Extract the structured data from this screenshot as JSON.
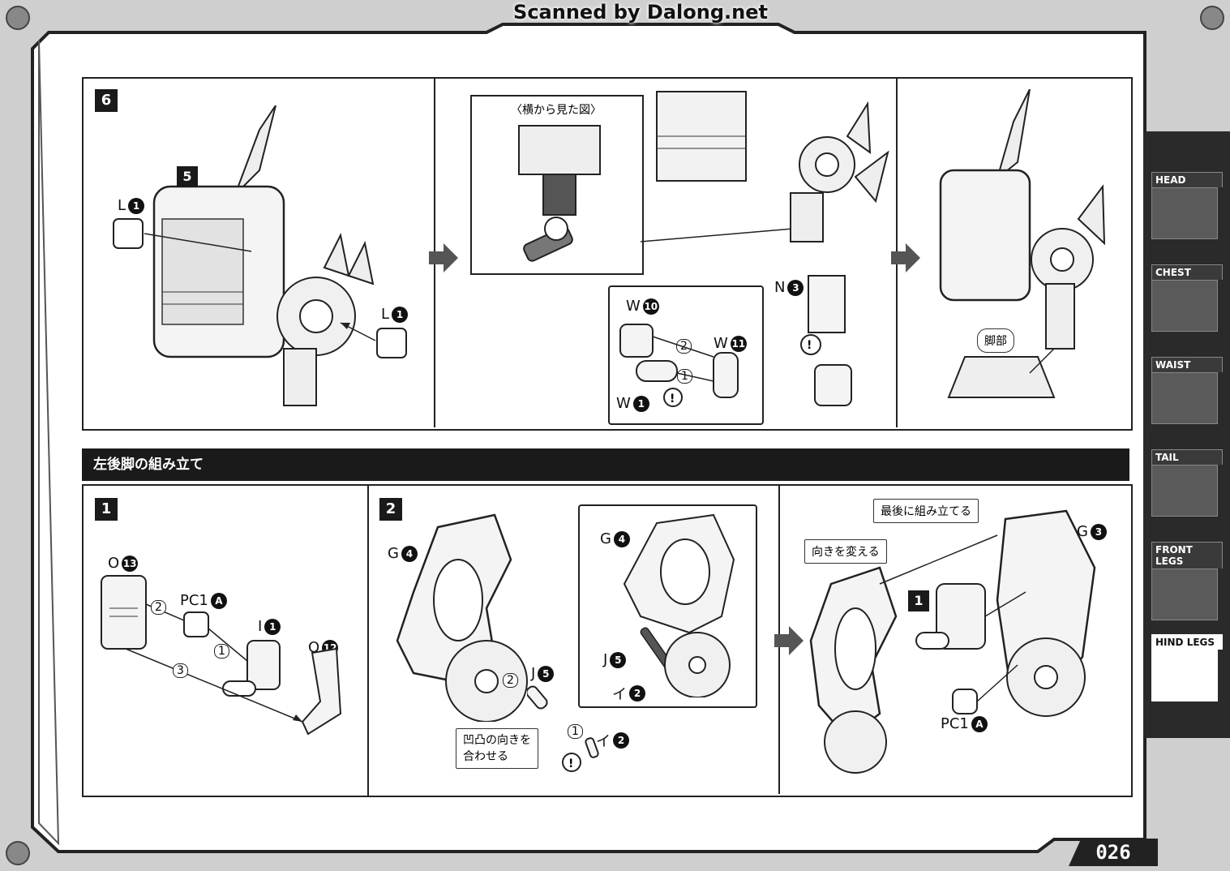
{
  "banner": "Scanned by Dalong.net",
  "page_number": "026",
  "nav_tabs": [
    {
      "label": "HEAD",
      "active": false
    },
    {
      "label": "CHEST",
      "active": false
    },
    {
      "label": "WAIST",
      "active": false
    },
    {
      "label": "TAIL",
      "active": false
    },
    {
      "label": "FRONT LEGS",
      "active": false
    },
    {
      "label": "HIND LEGS",
      "active": true
    }
  ],
  "step6": {
    "badge": "6",
    "sub_badge": "5",
    "parts": {
      "l1a": {
        "letter": "L",
        "num": "1"
      },
      "l1b": {
        "letter": "L",
        "num": "1"
      },
      "n3": {
        "letter": "N",
        "num": "3"
      },
      "w10": {
        "letter": "W",
        "num": "10"
      },
      "w11": {
        "letter": "W",
        "num": "11"
      },
      "w1": {
        "letter": "W",
        "num": "1"
      }
    },
    "order": {
      "first": "1",
      "second": "2"
    },
    "side_view_caption": "〈横から見た図〉",
    "leg_label": "脚部"
  },
  "section": {
    "title": "左後脚の組み立て"
  },
  "step1": {
    "badge": "1",
    "parts": {
      "o13": {
        "letter": "O",
        "num": "13"
      },
      "pc1a": {
        "letter": "PC1",
        "num": "A"
      },
      "i1": {
        "letter": "I",
        "num": "1"
      },
      "o12": {
        "letter": "O",
        "num": "12"
      }
    },
    "order": {
      "first": "1",
      "second": "2",
      "third": "3"
    }
  },
  "step2": {
    "badge": "2",
    "parts": {
      "g4a": {
        "letter": "G",
        "num": "4"
      },
      "g4b": {
        "letter": "G",
        "num": "4"
      },
      "j5a": {
        "letter": "J",
        "num": "5"
      },
      "j5b": {
        "letter": "J",
        "num": "5"
      },
      "i2a": {
        "letter": "イ",
        "num": "2"
      },
      "i2b": {
        "letter": "イ",
        "num": "2"
      },
      "g3": {
        "letter": "G",
        "num": "3"
      },
      "pc1a": {
        "letter": "PC1",
        "num": "A"
      }
    },
    "order": {
      "first": "1",
      "second": "2"
    },
    "sub_badge": "1",
    "callouts": {
      "align": "凹凸の向きを\n合わせる",
      "turn": "向きを変える",
      "last": "最後に組み立てる"
    }
  }
}
